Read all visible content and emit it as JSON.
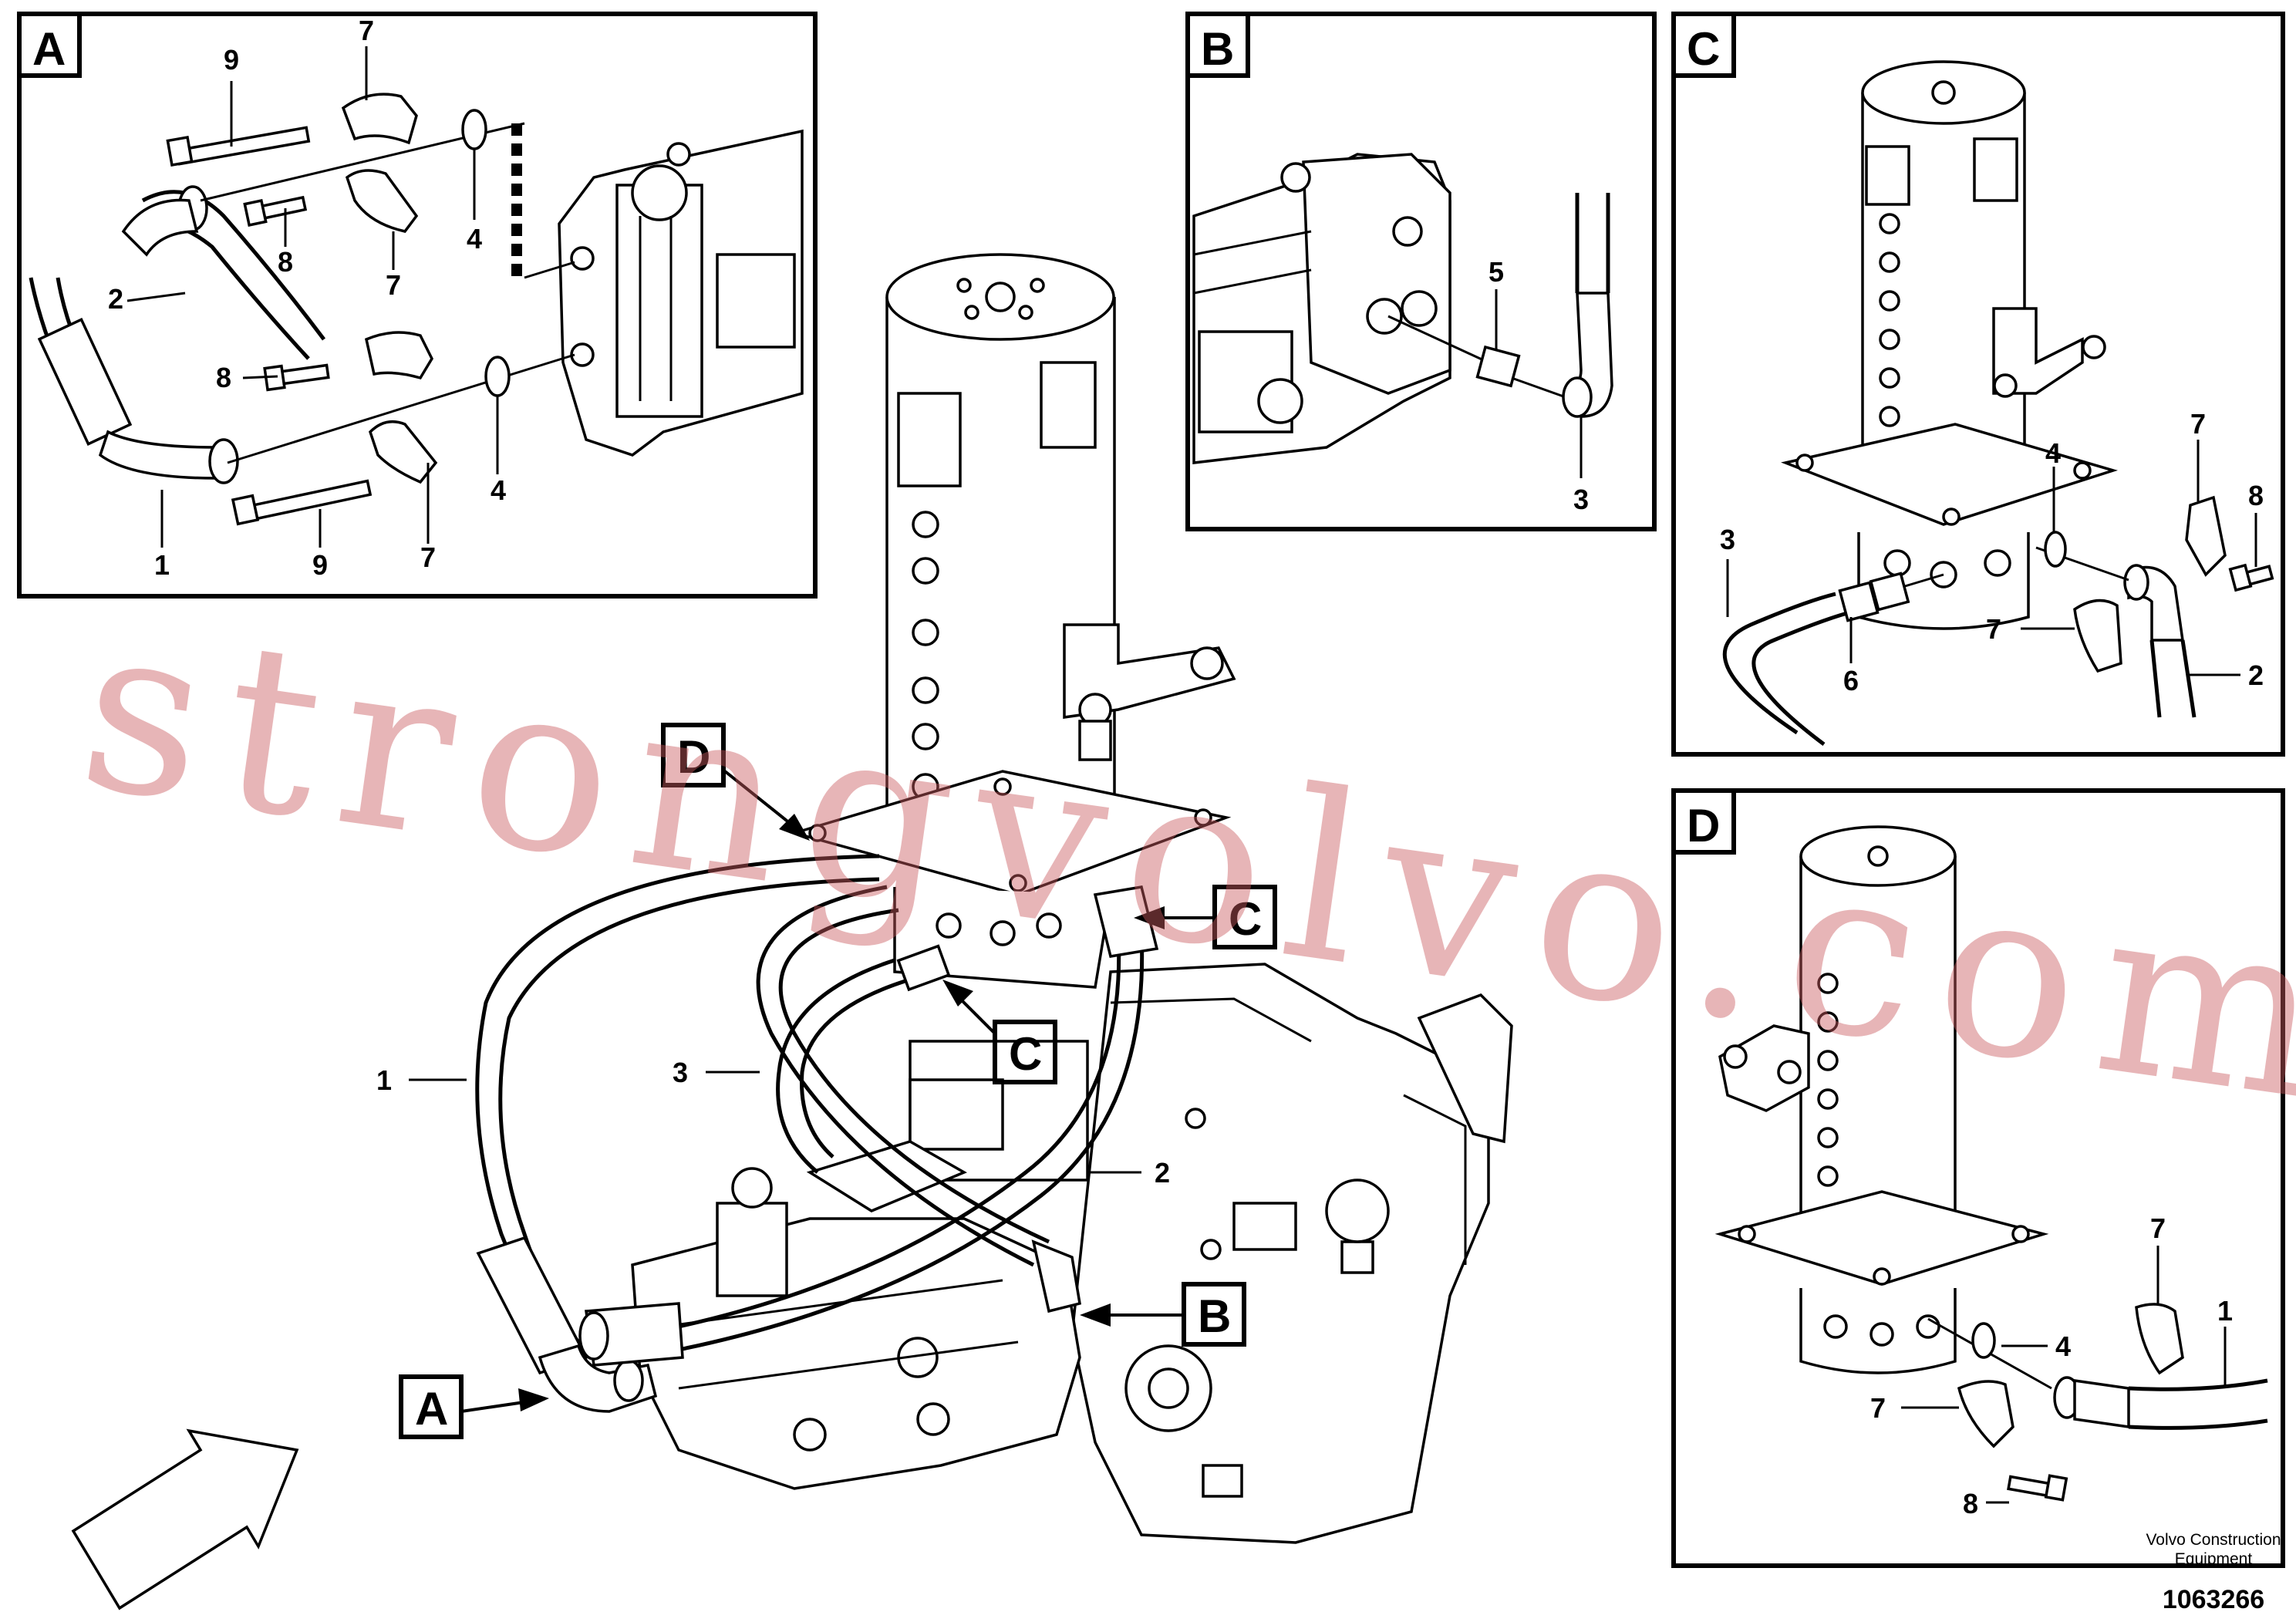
{
  "panels": {
    "A": {
      "tag": "A",
      "labels": {
        "p1": "1",
        "p2": "2",
        "p4a": "4",
        "p4b": "4",
        "p7a": "7",
        "p7b": "7",
        "p7c": "7",
        "p8a": "8",
        "p8b": "8",
        "p9a": "9",
        "p9b": "9"
      }
    },
    "B": {
      "tag": "B",
      "labels": {
        "p3": "3",
        "p5": "5"
      }
    },
    "C": {
      "tag": "C",
      "labels": {
        "p2": "2",
        "p3": "3",
        "p4": "4",
        "p6": "6",
        "p7a": "7",
        "p7b": "7",
        "p8": "8"
      }
    },
    "D": {
      "tag": "D",
      "labels": {
        "p1": "1",
        "p4": "4",
        "p7a": "7",
        "p7b": "7",
        "p8": "8"
      }
    }
  },
  "main": {
    "labels": {
      "p1": "1",
      "p2": "2",
      "p3": "3"
    },
    "callouts": {
      "A": "A",
      "B": "B",
      "C1": "C",
      "C2": "C",
      "D": "D"
    }
  },
  "watermark": "strongvolvo.com",
  "footer": {
    "brand_line1": "Volvo Construction",
    "brand_line2": "Equipment",
    "drawing_number": "1063266"
  },
  "colors": {
    "line": "#000000",
    "background": "#ffffff",
    "watermark": "#c95a5f"
  }
}
